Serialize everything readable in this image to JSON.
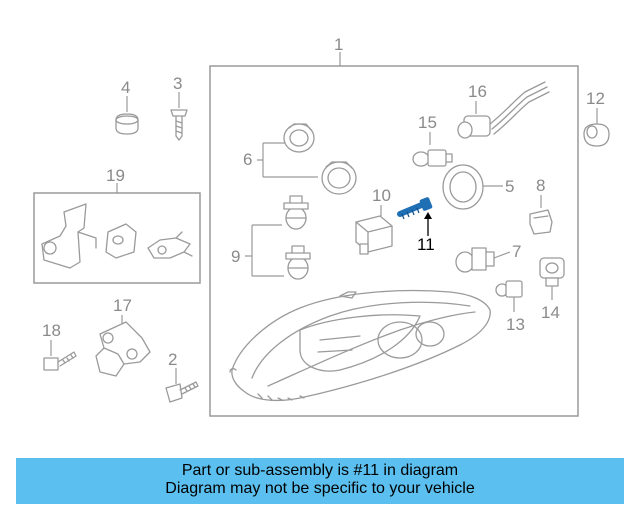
{
  "diagram": {
    "callouts": {
      "c1": "1",
      "c2": "2",
      "c3": "3",
      "c4": "4",
      "c5": "5",
      "c6": "6",
      "c7": "7",
      "c8": "8",
      "c9": "9",
      "c10": "10",
      "c11": "11",
      "c12": "12",
      "c13": "13",
      "c14": "14",
      "c15": "15",
      "c16": "16",
      "c17": "17",
      "c18": "18",
      "c19": "19"
    },
    "highlighted_part": "11",
    "highlight_color": "#1f6fb5"
  },
  "banner": {
    "line1": "Part or sub-assembly is #11 in diagram",
    "line2": "Diagram may not be specific to your vehicle",
    "background": "#5bc0f0"
  }
}
